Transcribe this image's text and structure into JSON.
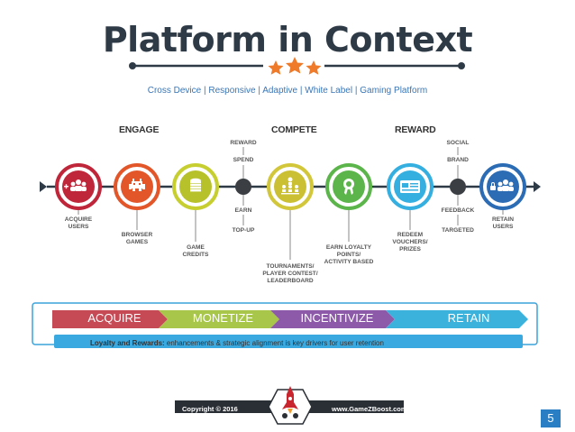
{
  "title": "Platform in Context",
  "subtitle": "Cross Device | Responsive | Adaptive | White Label | Gaming Platform",
  "stages": {
    "engage": "ENGAGE",
    "compete": "COMPETE",
    "reward": "REWARD"
  },
  "nodes": {
    "acquire": {
      "label1": "ACQUIRE",
      "label2": "USERS",
      "color": "#c0263a"
    },
    "browser": {
      "label1": "BROWSER",
      "label2": "GAMES",
      "color": "#e2562a"
    },
    "credits": {
      "label1": "GAME",
      "label2": "CREDITS",
      "color": "#c6cf2f"
    },
    "tournaments": {
      "label1": "TOURNAMENTS/",
      "label2": "PLAYER CONTEST/",
      "label3": "LEADERBOARD",
      "color": "#d2c63a"
    },
    "loyalty": {
      "label1": "EARN LOYALTY",
      "label2": "POINTS/",
      "label3": "ACTIVITY BASED",
      "color": "#5cb54a"
    },
    "redeem": {
      "label1": "REDEEM",
      "label2": "VOUCHERS/",
      "label3": "PRIZES",
      "color": "#35aee0"
    },
    "retain": {
      "label1": "RETAIN",
      "label2": "USERS",
      "color": "#2b6cb5"
    }
  },
  "junction1": {
    "reward": "REWARD",
    "spend": "SPEND",
    "earn": "EARN",
    "topup": "TOP-UP"
  },
  "junction2": {
    "social": "SOCIAL",
    "brand": "BRAND",
    "feedback": "FEEDBACK",
    "targeted": "TARGETED"
  },
  "phases": [
    "ACQUIRE",
    "MONETIZE",
    "INCENTIVIZE",
    "RETAIN"
  ],
  "loyalty_bar": {
    "bold": "Loyalty and Rewards:",
    "text": " enhancements & strategic alignment is key drivers for user retention"
  },
  "footer": {
    "copyright": "Copyright © 2016",
    "url": "www.GameZBoost.com"
  },
  "page_number": "5"
}
